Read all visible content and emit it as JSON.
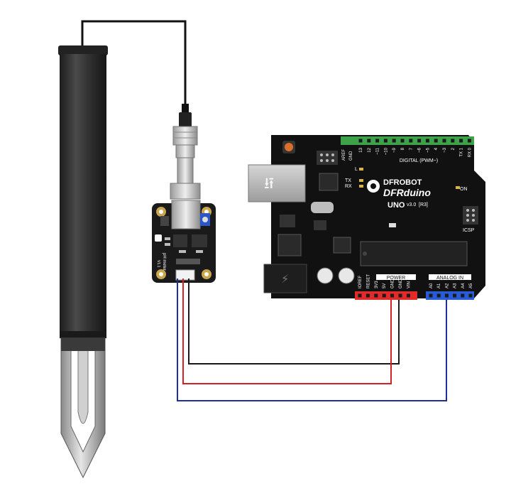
{
  "board": {
    "brand_line1": "DFROBOT",
    "brand_line2": "DFRduino",
    "brand_line3": "UNO",
    "version": "v3.0",
    "revision": "[R3]",
    "digital_header": "DIGITAL (PWM~)",
    "power_header": "POWER",
    "analog_header": "ANALOG IN",
    "icsp_label": "ICSP",
    "on_label": "ON",
    "l_label": "L",
    "tx_label": "TX",
    "rx_label": "RX",
    "aref_label": "AREF",
    "gnd_label": "GND",
    "digital_pins": [
      "13",
      "12",
      "~11",
      "~10",
      "~9",
      "8",
      "7",
      "~6",
      "~5",
      "4",
      "~3",
      "2",
      "TX 1",
      "RX 0"
    ],
    "power_pins": [
      "IOREF",
      "RESET",
      "3V3",
      "5V",
      "GND",
      "GND",
      "VIN"
    ],
    "analog_pins": [
      "A0",
      "A1",
      "A2",
      "A3",
      "A4",
      "A5"
    ]
  },
  "sensor_board": {
    "module_label": "pH meter",
    "version_label": "V1.1"
  },
  "colors": {
    "pcb": "#111111",
    "header_green": "#3da24a",
    "header_red": "#e02b2b",
    "header_blue": "#2a5bd7",
    "wire_black": "#1a1a1a",
    "wire_red": "#d41f26",
    "wire_blue": "#1f2f9a",
    "probe_body": "#2e2e2e"
  }
}
